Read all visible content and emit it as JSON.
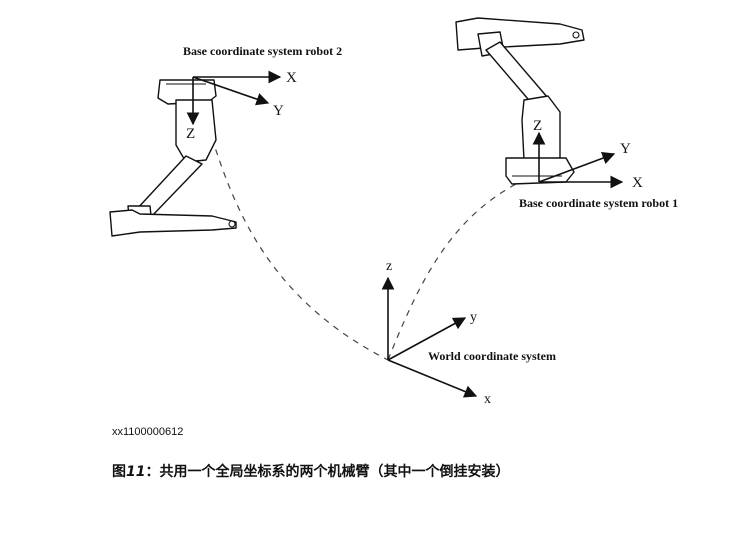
{
  "diagram": {
    "robot2_label": "Base coordinate system robot 2",
    "robot1_label": "Base coordinate system robot 1",
    "world_label": "World coordinate system",
    "robot2_axes": {
      "x": "X",
      "y": "Y",
      "z": "Z"
    },
    "robot1_axes": {
      "x": "X",
      "y": "Y",
      "z": "Z"
    },
    "world_axes": {
      "x": "x",
      "y": "y",
      "z": "z"
    }
  },
  "image_id": "xx1100000612",
  "caption": {
    "prefix": "图",
    "number": "11",
    "text": "：共用一个全局坐标系的两个机械臂（其中一个倒挂安装）"
  }
}
